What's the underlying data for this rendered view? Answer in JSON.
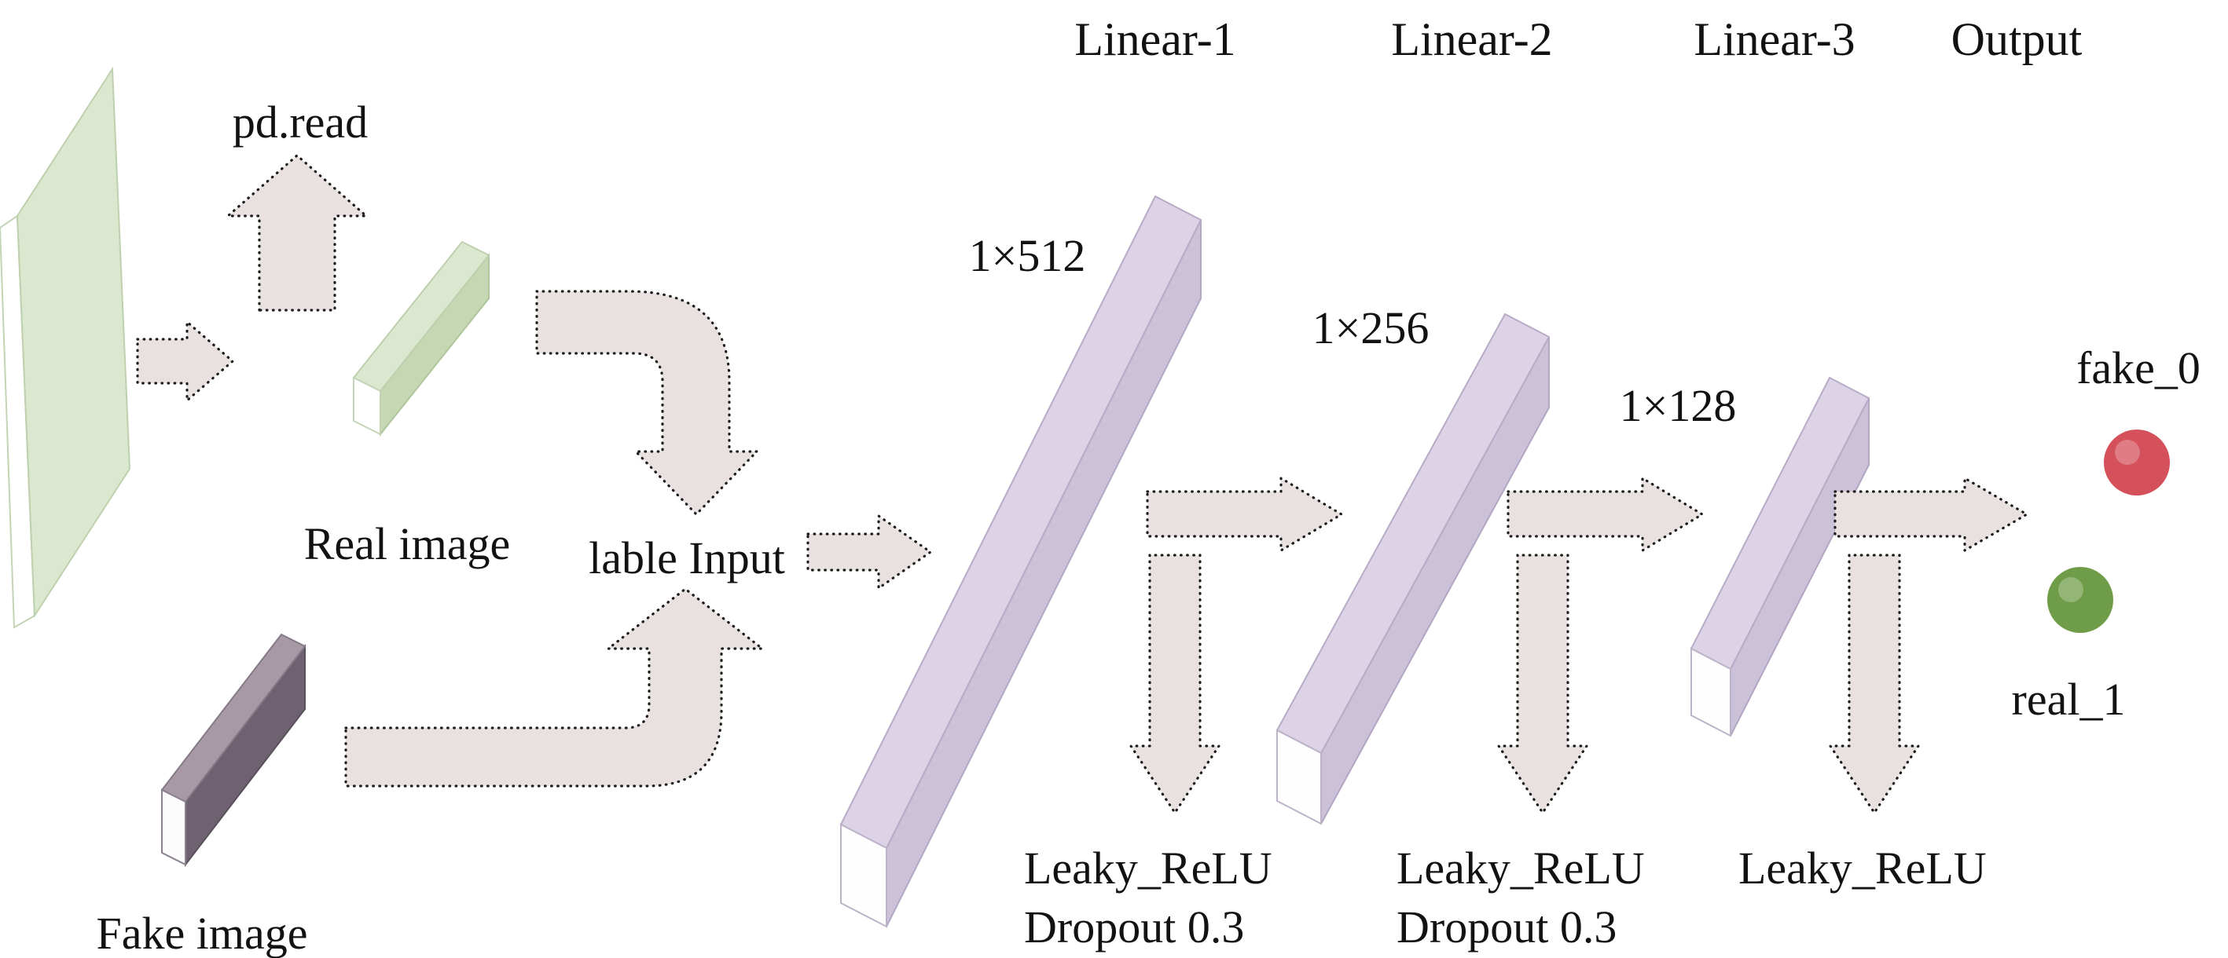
{
  "header": {
    "linear1": "Linear-1",
    "linear2": "Linear-2",
    "linear3": "Linear-3",
    "output": "Output"
  },
  "inputs": {
    "pd_read": "pd.read",
    "real_image": "Real image",
    "fake_image": "Fake image",
    "label_input": "lable Input"
  },
  "layers": [
    {
      "size": "1×512",
      "activation": "Leaky_ReLU",
      "dropout": "Dropout 0.3"
    },
    {
      "size": "1×256",
      "activation": "Leaky_ReLU",
      "dropout": "Dropout 0.3"
    },
    {
      "size": "1×128",
      "activation": "Leaky_ReLU"
    }
  ],
  "outputs": {
    "fake_label": "fake_0",
    "real_label": "real_1"
  },
  "colors": {
    "fake_dot": "#d4505b",
    "real_dot": "#6f9c49",
    "arrow_fill": "#e9e1e0",
    "linear_slab": "#dcd4e6",
    "real_slab": "#dbe7cf",
    "fake_slab": "#6e6270"
  }
}
